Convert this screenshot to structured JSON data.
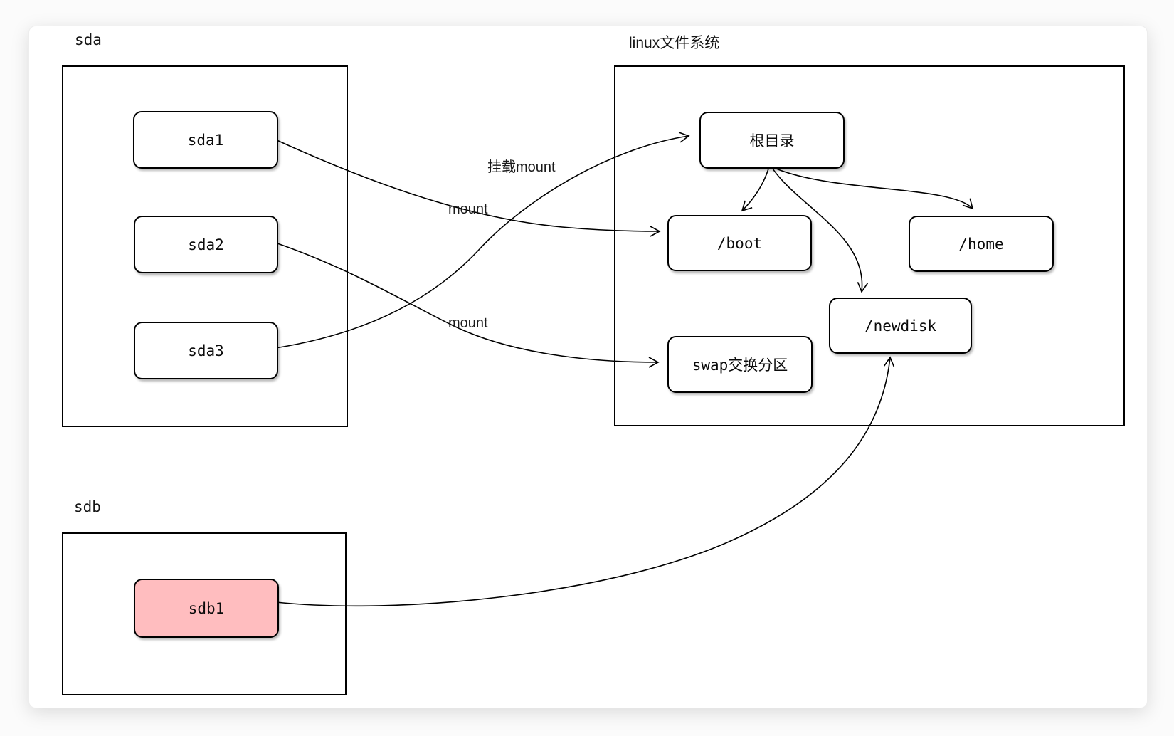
{
  "canvas": {
    "page_background": "#fbfbfb",
    "card_background": "#ffffff"
  },
  "colors": {
    "node_fill": "#ffffff",
    "node_stroke": "#000000",
    "highlight_node_fill": "#ffbdbf",
    "edge_stroke": "#000000",
    "container_stroke": "#000000",
    "text": "#111111"
  },
  "groups": [
    {
      "id": "sda",
      "title": "sda"
    },
    {
      "id": "linux",
      "title": "linux文件系统"
    },
    {
      "id": "sdb",
      "title": "sdb"
    }
  ],
  "nodes": [
    {
      "id": "sda1",
      "group": "sda",
      "label": "sda1"
    },
    {
      "id": "sda2",
      "group": "sda",
      "label": "sda2"
    },
    {
      "id": "sda3",
      "group": "sda",
      "label": "sda3"
    },
    {
      "id": "root",
      "group": "linux",
      "label": "根目录"
    },
    {
      "id": "boot",
      "group": "linux",
      "label": "/boot"
    },
    {
      "id": "home",
      "group": "linux",
      "label": "/home"
    },
    {
      "id": "newdisk",
      "group": "linux",
      "label": "/newdisk"
    },
    {
      "id": "swap",
      "group": "linux",
      "label": "swap交换分区"
    },
    {
      "id": "sdb1",
      "group": "sdb",
      "label": "sdb1",
      "highlighted": true
    }
  ],
  "edges": [
    {
      "from": "sda1",
      "to": "boot",
      "label": "mount"
    },
    {
      "from": "sda2",
      "to": "swap",
      "label": "mount"
    },
    {
      "from": "sda3",
      "to": "root",
      "label": "挂载mount"
    },
    {
      "from": "root",
      "to": "boot",
      "label": ""
    },
    {
      "from": "root",
      "to": "home",
      "label": ""
    },
    {
      "from": "root",
      "to": "newdisk",
      "label": ""
    },
    {
      "from": "sdb1",
      "to": "newdisk",
      "label": ""
    }
  ]
}
